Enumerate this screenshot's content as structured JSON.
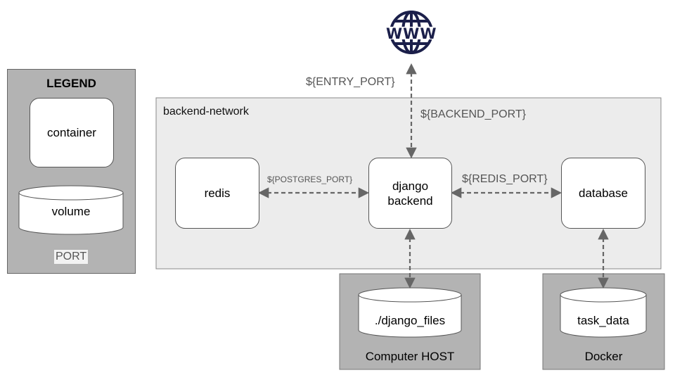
{
  "legend": {
    "title": "LEGEND",
    "container_label": "container",
    "volume_label": "volume",
    "port_label": "PORT"
  },
  "internet": {
    "icon_text": "WWW",
    "icon": "globe-icon"
  },
  "network": {
    "title": "backend-network"
  },
  "containers": {
    "redis": "redis",
    "django": "django\nbackend",
    "database": "database"
  },
  "ports": {
    "entry": "${ENTRY_PORT}",
    "backend": "${BACKEND_PORT}",
    "postgres": "${POSTGRES_PORT}",
    "redis": "${REDIS_PORT}"
  },
  "volumes": {
    "django_files": "./django_files",
    "task_data": "task_data"
  },
  "hosts": {
    "computer": "Computer HOST",
    "docker": "Docker"
  },
  "colors": {
    "panel": "#b3b3b3",
    "network_bg": "#ececec",
    "arrow": "#666666",
    "globe": "#1b1f4a"
  }
}
